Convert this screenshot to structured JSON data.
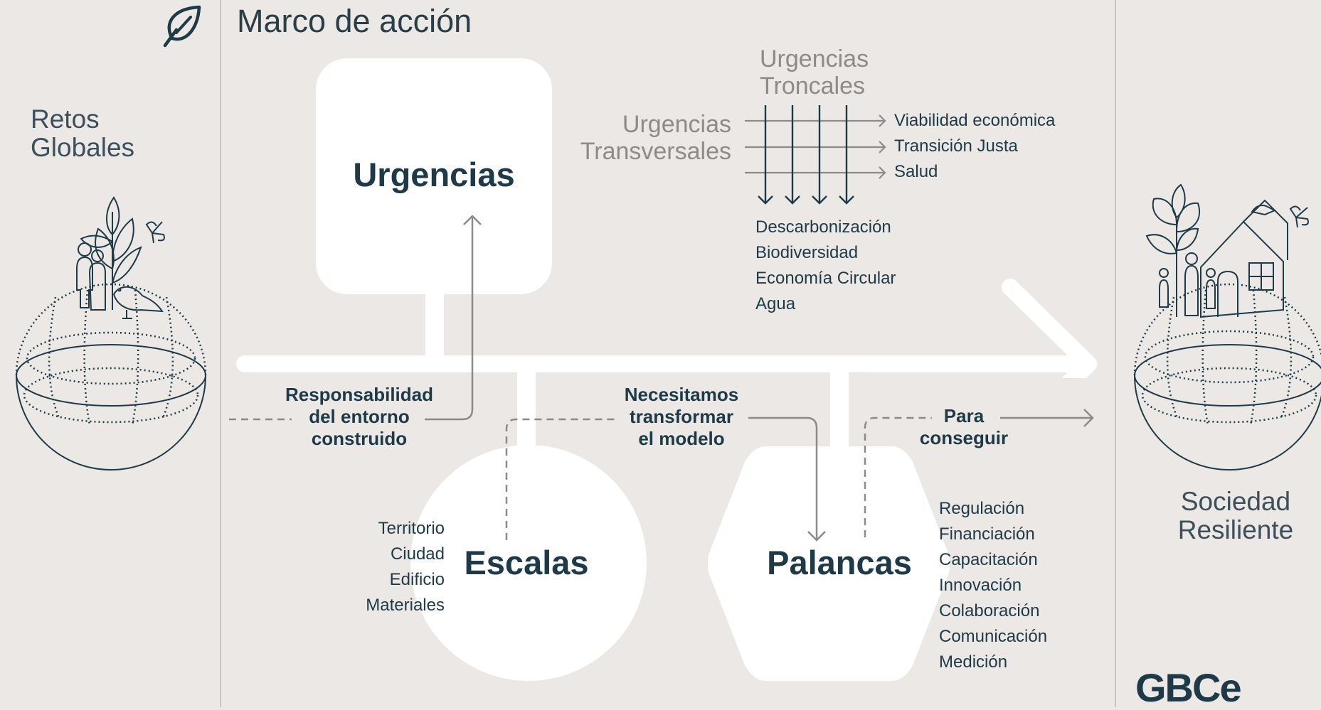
{
  "title": "Marco de acción",
  "left": {
    "label_line1": "Retos",
    "label_line2": "Globales"
  },
  "right": {
    "label_line1": "Sociedad",
    "label_line2": "Resiliente",
    "logo": "GBCe"
  },
  "urgencias": {
    "heading": "Urgencias",
    "troncales_line1": "Urgencias",
    "troncales_line2": "Troncales",
    "transversales_line1": "Urgencias",
    "transversales_line2": "Transversales",
    "transversal_items": [
      "Viabilidad económica",
      "Transición Justa",
      "Salud"
    ],
    "troncal_items": [
      "Descarbonización",
      "Biodiversidad",
      "Economía Circular",
      "Agua"
    ]
  },
  "escalas": {
    "heading": "Escalas",
    "items": [
      "Territorio",
      "Ciudad",
      "Edificio",
      "Materiales"
    ]
  },
  "palancas": {
    "heading": "Palancas",
    "items": [
      "Regulación",
      "Financiación",
      "Capacitación",
      "Innovación",
      "Colaboración",
      "Comunicación",
      "Medición"
    ]
  },
  "flow_labels": {
    "responsabilidad": [
      "Responsabilidad",
      "del entorno",
      "construido"
    ],
    "necesitamos": [
      "Necesitamos",
      "transformar",
      "el modelo"
    ],
    "para": [
      "Para",
      "conseguir"
    ]
  },
  "icons": [
    "leaf-logo-icon",
    "globe-people-icon",
    "globe-house-icon"
  ],
  "colors": {
    "background": "#ece8e5",
    "text": "#1e3a48",
    "muted": "#8e8a87",
    "shape": "#ffffff"
  }
}
